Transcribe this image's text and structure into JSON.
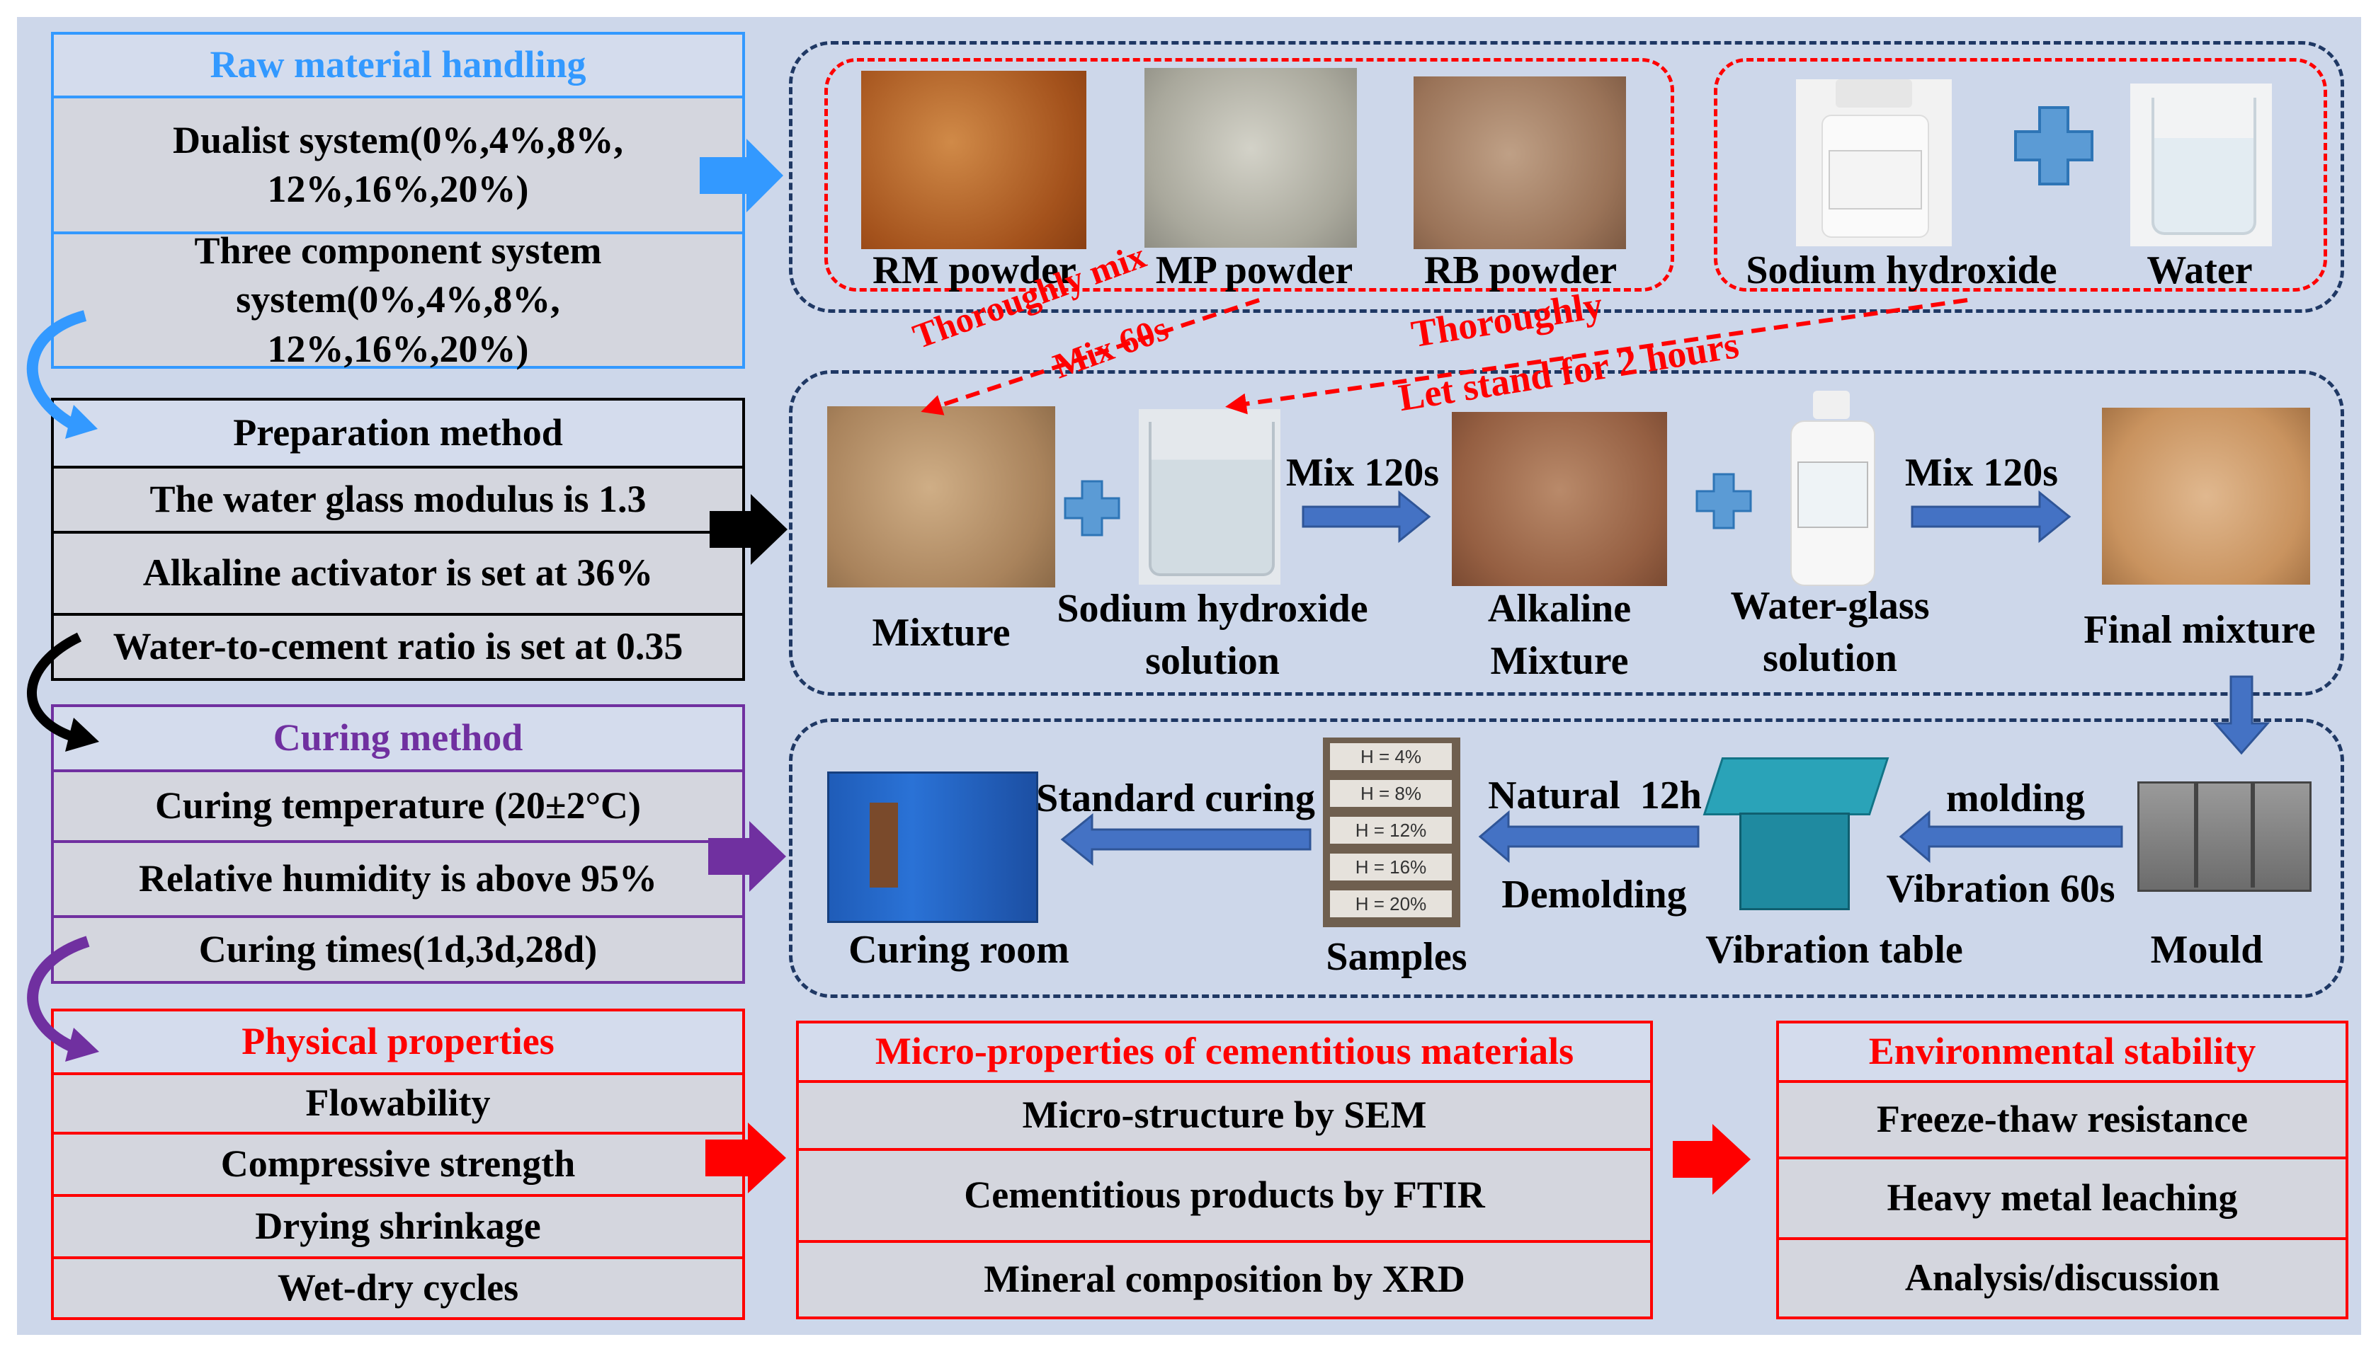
{
  "colors": {
    "blue": "#3399ff",
    "purple": "#7030a0",
    "red": "#ff0000",
    "navy": "#1f3864",
    "arrow": "#4472c4",
    "plus": "#5b9bd5"
  },
  "left": {
    "raw": {
      "title": "Raw material handling",
      "dualist": "Dualist system(0%,4%,8%,\n12%,16%,20%)",
      "three": "Three component system\nsystem(0%,4%,8%,\n12%,16%,20%)"
    },
    "prep": {
      "title": "Preparation method",
      "r1": "The water glass modulus is 1.3",
      "r2": "Alkaline activator is set at 36%",
      "r3": "Water-to-cement ratio is set at 0.35"
    },
    "curing": {
      "title": "Curing method",
      "r1": "Curing temperature (20±2°C)",
      "r2": "Relative humidity is above 95%",
      "r3": "Curing times(1d,3d,28d)"
    },
    "phys": {
      "title": "Physical properties",
      "r1": "Flowability",
      "r2": "Compressive strength",
      "r3": "Drying shrinkage",
      "r4": "Wet-dry cycles"
    }
  },
  "materials": {
    "rm": "RM powder",
    "mp": "MP powder",
    "rb": "RB powder",
    "naoh": "Sodium hydroxide",
    "water": "Water"
  },
  "red_notes": {
    "thoroughly_mix": "Thoroughly mix",
    "mix60": "Mix 60s",
    "thoroughly": "Thoroughly",
    "let_stand": "Let stand for 2 hours"
  },
  "process": {
    "mixture": "Mixture",
    "naoh_solution": "Sodium hydroxide\nsolution",
    "mix120a": "Mix 120s",
    "alkaline_mixture": "Alkaline\nMixture",
    "water_glass": "Water-glass\nsolution",
    "mix120b": "Mix 120s",
    "final": "Final mixture"
  },
  "curing_flow": {
    "curing_room": "Curing room",
    "standard_curing": "Standard curing",
    "samples": "Samples",
    "natural": "Natural  12h",
    "demolding": "Demolding",
    "vibration_table": "Vibration table",
    "molding": "molding",
    "vibration60": "Vibration 60s",
    "mould": "Mould"
  },
  "sample_tags": [
    "H = 4%",
    "H = 8%",
    "H = 12%",
    "H = 16%",
    "H = 20%"
  ],
  "micro": {
    "title": "Micro-properties of cementitious materials",
    "r1": "Micro-structure by SEM",
    "r2": "Cementitious products by FTIR",
    "r3": "Mineral composition by XRD"
  },
  "env": {
    "title": "Environmental stability",
    "r1": "Freeze-thaw resistance",
    "r2": "Heavy metal leaching",
    "r3": "Analysis/discussion"
  }
}
